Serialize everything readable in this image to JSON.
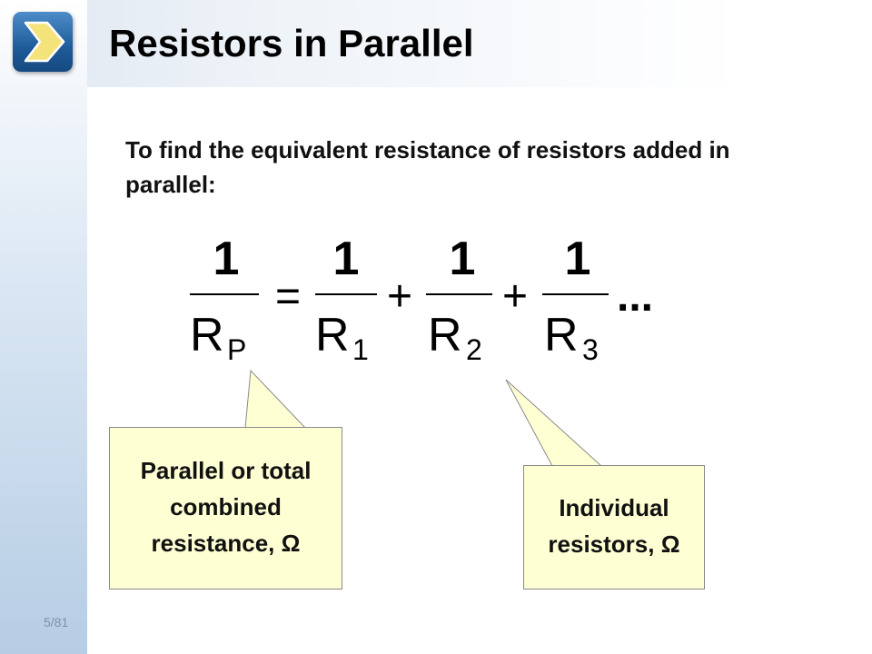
{
  "title": "Resistors in Parallel",
  "intro": "To find the equivalent resistance of resistors added in parallel:",
  "icons": {
    "logo": "chevron-right-icon"
  },
  "formula": {
    "numerator": "1",
    "total_symbol": "R",
    "total_subscript": "P",
    "equals": "=",
    "plus": "+",
    "terms": [
      {
        "symbol": "R",
        "subscript": "1"
      },
      {
        "symbol": "R",
        "subscript": "2"
      },
      {
        "symbol": "R",
        "subscript": "3"
      }
    ],
    "ellipsis": "..."
  },
  "callouts": {
    "total": {
      "line1": "Parallel or total",
      "line2": "combined",
      "line3": "resistance, Ω"
    },
    "individual": {
      "line1": "Individual",
      "line2": "resistors, Ω"
    }
  },
  "page_number": "5/81",
  "colors": {
    "callout_fill": "#ffffd4",
    "logo_blue": "#1e5b99",
    "logo_chevron": "#f4e27a",
    "sidebar_blue": "#b6cde4"
  }
}
